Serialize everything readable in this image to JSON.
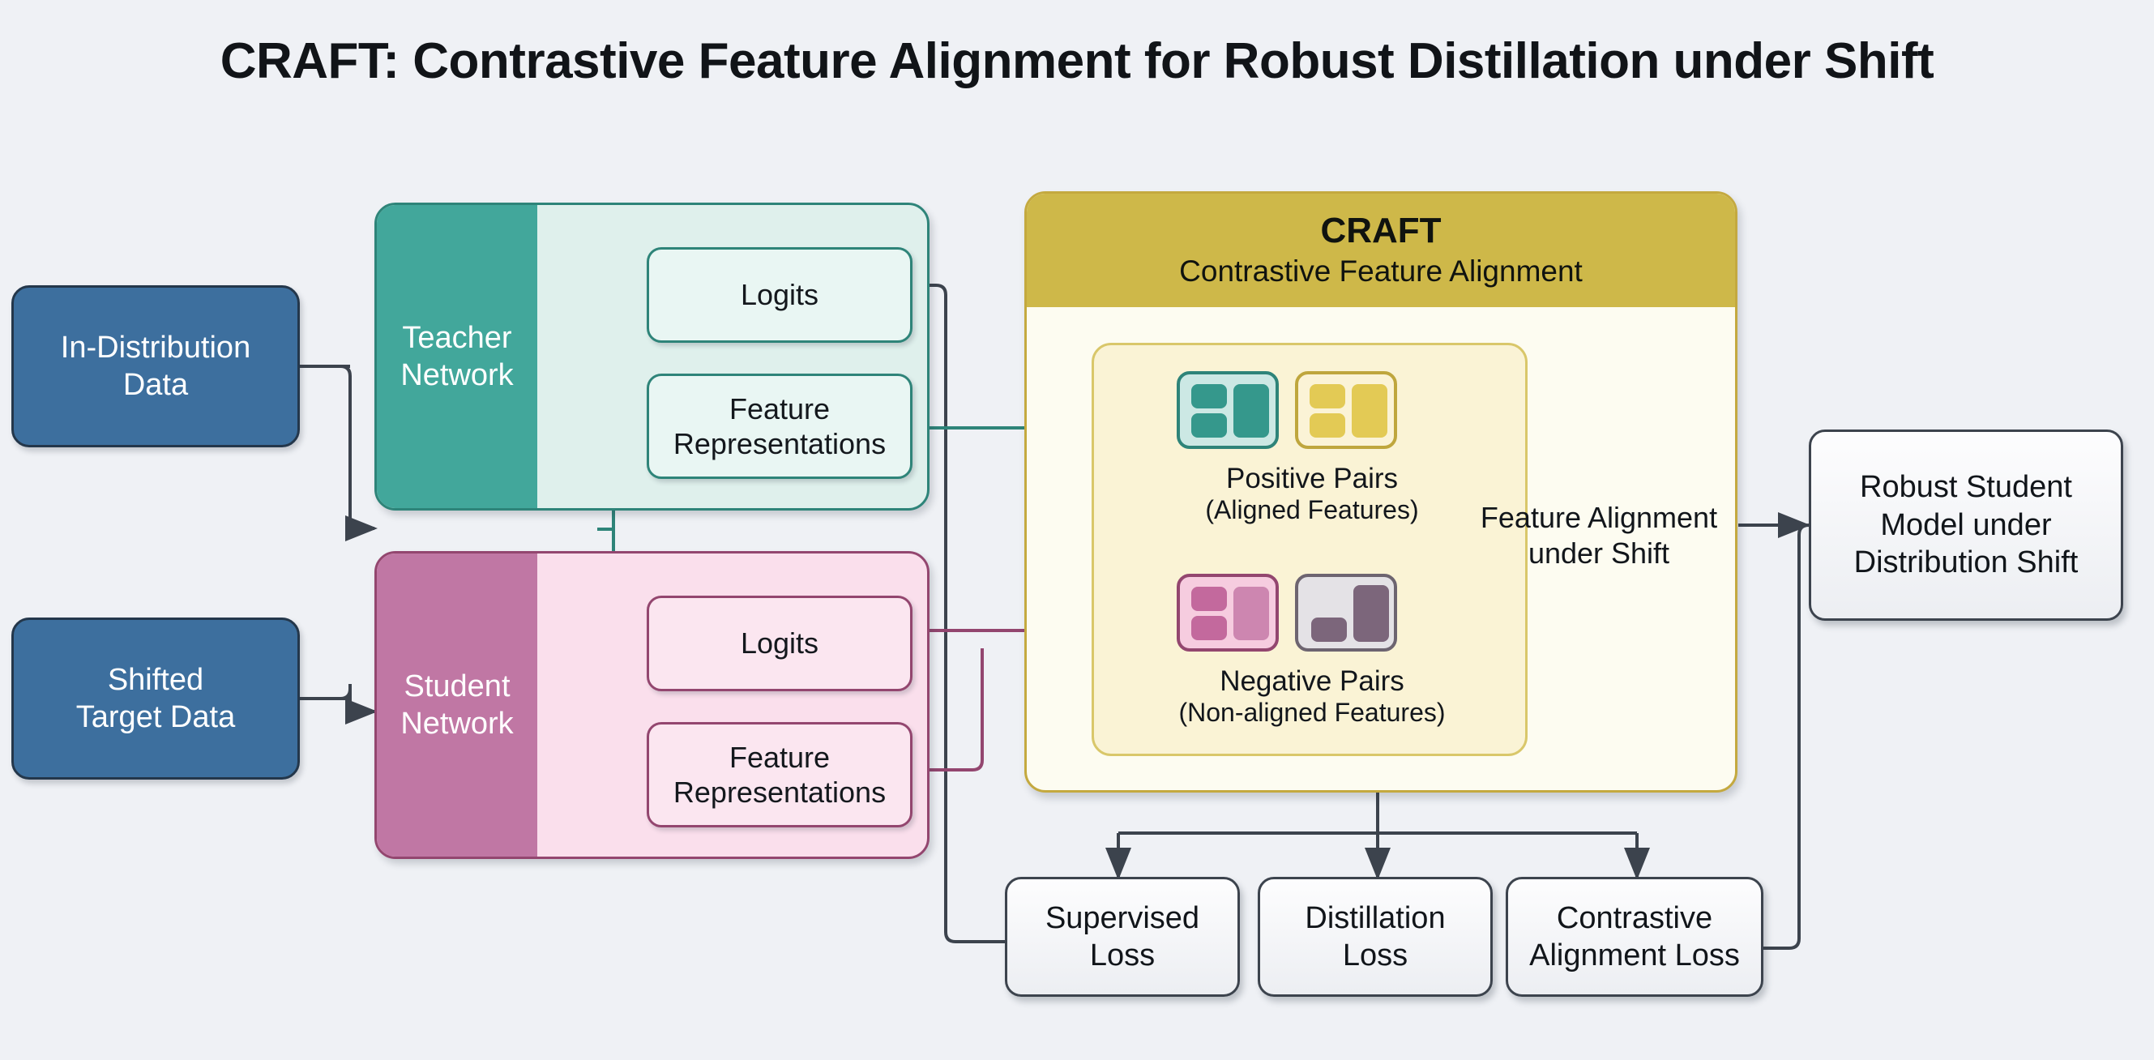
{
  "page": {
    "title": "CRAFT: Contrastive Feature Alignment for Robust Distillation under Shift",
    "background_color": "#eff1f5"
  },
  "inputs": [
    {
      "id": "in-distribution-data",
      "label": "In-Distribution\nData",
      "color": "#3d6f9e"
    },
    {
      "id": "shifted-target-data",
      "label": "Shifted\nTarget Data",
      "color": "#3d6f9e"
    }
  ],
  "networks": {
    "teacher": {
      "name": "Teacher\nNetwork",
      "accent": "#42a79b",
      "panel": "#dff0ec",
      "outputs": [
        {
          "id": "teacher-logits",
          "label": "Logits"
        },
        {
          "id": "teacher-features",
          "label": "Feature\nRepresentations"
        }
      ]
    },
    "student": {
      "name": "Student\nNetwork",
      "accent": "#c077a4",
      "panel": "#fadfec",
      "outputs": [
        {
          "id": "student-logits",
          "label": "Logits"
        },
        {
          "id": "student-features",
          "label": "Feature\nRepresentations"
        }
      ]
    }
  },
  "craft": {
    "header_title": "CRAFT",
    "header_subtitle": "Contrastive Feature Alignment",
    "header_color": "#ceb849",
    "body_color": "#fdfcf1",
    "pairs_panel_color": "#faf3d5",
    "positive": {
      "title": "Positive Pairs",
      "subtitle": "(Aligned Features)",
      "icons": [
        {
          "id": "teacher-feature-icon",
          "variant": "teal"
        },
        {
          "id": "student-feature-icon-aligned",
          "variant": "gold"
        }
      ]
    },
    "negative": {
      "title": "Negative Pairs",
      "subtitle": "(Non-aligned Features)",
      "icons": [
        {
          "id": "student-feature-icon",
          "variant": "pink"
        },
        {
          "id": "mismatched-feature-icon",
          "variant": "gray"
        }
      ]
    },
    "alignment_label": "Feature Alignment\nunder Shift"
  },
  "losses": [
    {
      "id": "supervised-loss",
      "label": "Supervised\nLoss"
    },
    {
      "id": "distillation-loss",
      "label": "Distillation\nLoss"
    },
    {
      "id": "contrastive-alignment-loss",
      "label": "Contrastive\nAlignment Loss"
    }
  ],
  "output": {
    "id": "robust-student-model",
    "label": "Robust Student\nModel under\nDistribution Shift"
  },
  "edge_colors": {
    "dark": "#3c434d",
    "teal": "#2e8479",
    "pink": "#93466f",
    "gold": "#c0a63c"
  }
}
